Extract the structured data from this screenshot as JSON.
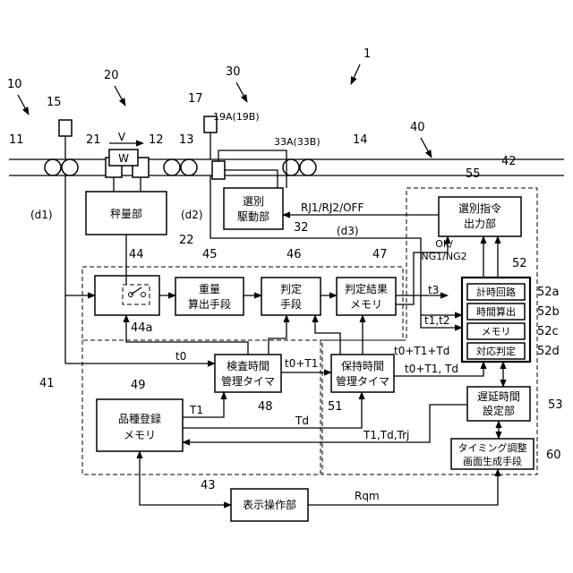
{
  "refs": {
    "r1": "1",
    "r10": "10",
    "r11": "11",
    "r12": "12",
    "r13": "13",
    "r14": "14",
    "r15": "15",
    "r17": "17",
    "r20": "20",
    "r21": "21",
    "r22": "22",
    "r30": "30",
    "r32": "32",
    "r40": "40",
    "r41": "41",
    "r42": "42",
    "r43": "43",
    "r44": "44",
    "r44a": "44a",
    "r45": "45",
    "r46": "46",
    "r47": "47",
    "r48": "48",
    "r49": "49",
    "r51": "51",
    "r52": "52",
    "r52a": "52a",
    "r52b": "52b",
    "r52c": "52c",
    "r52d": "52d",
    "r53": "53",
    "r55": "55",
    "r60": "60",
    "r19": "19A(19B)",
    "r33": "33A(33B)"
  },
  "conveyor": {
    "speed": "V",
    "weight": "W"
  },
  "blocks": {
    "weigher": "秤量部",
    "sorter": [
      "選別",
      "駆動部"
    ],
    "weight_calc": [
      "重量",
      "算出手段"
    ],
    "judge": [
      "判定",
      "手段"
    ],
    "judge_mem": [
      "判定結果",
      "メモリ"
    ],
    "insp_timer": [
      "検査時間",
      "管理タイマ"
    ],
    "hold_timer": [
      "保持時間",
      "管理タイマ"
    ],
    "product_mem": [
      "品種登録",
      "メモリ"
    ],
    "sort_cmd": [
      "選別指令",
      "出力部"
    ],
    "sub_clock": "計時回路",
    "sub_calc": "時間算出",
    "sub_mem": "メモリ",
    "sub_judge": "対応判定",
    "delay_set": [
      "遅延時間",
      "設定部"
    ],
    "timing_gen": [
      "タイミング調整",
      "画面生成手段"
    ],
    "display": "表示操作部"
  },
  "signals": {
    "d1": "(d1)",
    "d2": "(d2)",
    "d3": "(d3)",
    "rj": "RJ1/RJ2/OFF",
    "okng": [
      "OK/",
      "NG1/NG2"
    ],
    "t0": "t0",
    "t0T1": "t0+T1",
    "t0T1Td": "t0+T1+Td",
    "t0T1Td2": "t0+T1, Td",
    "T1": "T1",
    "Td": "Td",
    "T1TdTrj": "T1,Td,Trj",
    "t3": "t3",
    "t1t2": "t1,t2",
    "Rqm": "Rqm"
  }
}
